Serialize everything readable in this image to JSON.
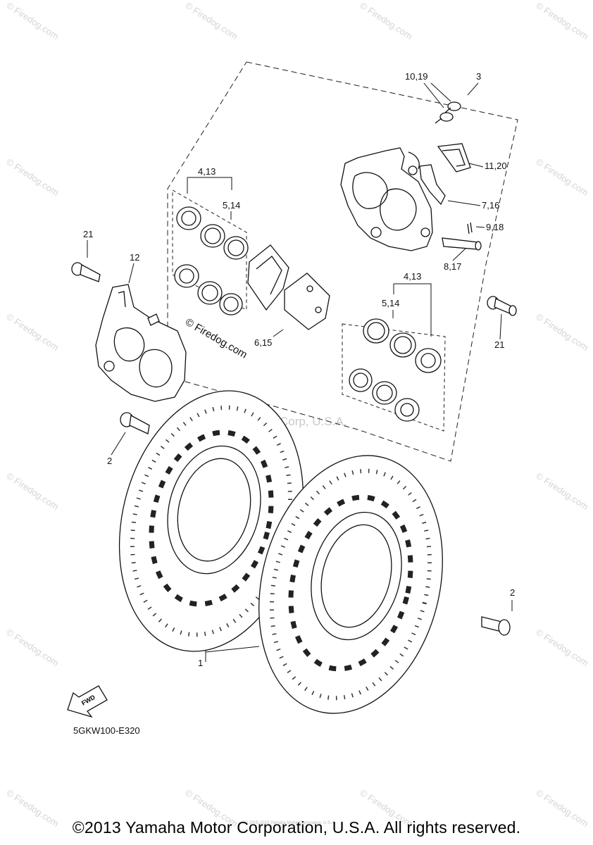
{
  "callouts": {
    "c_10_19": "10,19",
    "c_3": "3",
    "c_4_13_top": "4,13",
    "c_5_14_top": "5,14",
    "c_11_20": "11,20",
    "c_7_16": "7,16",
    "c_9_18": "9,18",
    "c_8_17": "8,17",
    "c_21_left": "21",
    "c_12": "12",
    "c_4_13_mid": "4,13",
    "c_5_14_mid": "5,14",
    "c_6_15": "6,15",
    "c_21_right": "21",
    "c_2_left": "2",
    "c_2_right": "2",
    "c_1": "1"
  },
  "fwd_label": "FWD",
  "diagram_code": "5GKW100-E320",
  "watermark_text": "© Firedog.com",
  "watermark_firedog_center": "© Firedog.com",
  "watermark_yamaha": "Yamaha Motor Corp, U.S.A.",
  "watermark_small": "(c) 2005-2015 Yamaha Motor Corporation, U.S.A.",
  "copyright": "©2013 Yamaha Motor Corporation, U.S.A. All rights reserved."
}
